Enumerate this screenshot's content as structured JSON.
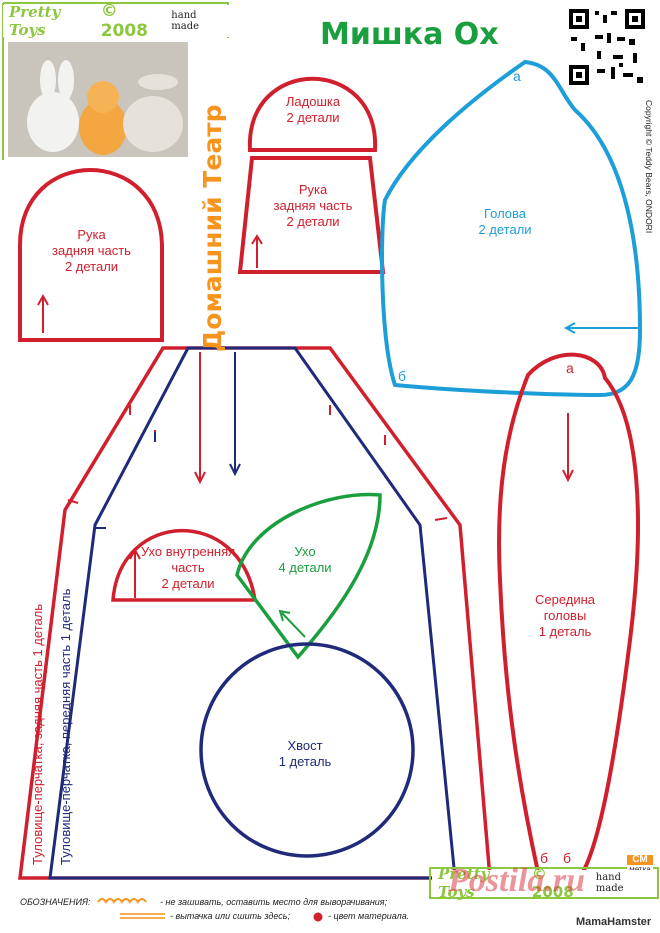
{
  "brand": {
    "name": "Pretty Toys",
    "year": "© 2008",
    "tagline": "hand made"
  },
  "title": "Мишка Ох",
  "vertical_title": "Домашний Театр",
  "copyright": "Copyright © Teddy Bears, ONDORI",
  "pieces": {
    "ladoshka": "Ладошка\n2 детали",
    "ruka_small": "Рука\nзадняя часть\n2 детали",
    "ruka_left": "Рука\nзадняя часть\n2 детали",
    "golova": "Голова\n2 детали",
    "seredina": "Середина\nголовы\n1 деталь",
    "ukho_inner": "Ухо внутренняя\nчасть\n2 детали",
    "ukho": "Ухо\n4 детали",
    "khvost": "Хвост\n1 деталь",
    "body_back": "Туловище-перчатка, задняя часть 1 деталь",
    "body_front": "Туловище-перчатка, передняя часть 1 деталь"
  },
  "points": {
    "a": "а",
    "b": "б"
  },
  "legend": {
    "heading": "ОБОЗНАЧЕНИЯ:",
    "item1": "- не зашивать, оставить место  для выворачивания;",
    "item2": "- вытачка или сшить здесь;",
    "item3": "- цвет материала."
  },
  "stamp": {
    "line1": "СМ",
    "line2": "метка"
  },
  "watermark": {
    "site": "Postila.ru",
    "user": "MamaHamster"
  },
  "colors": {
    "red": "#d0202e",
    "blue": "#1e9ed8",
    "green": "#1b9e3e",
    "navy": "#1f2a7a",
    "lime": "#8dc63f",
    "orange": "#f7941d"
  }
}
